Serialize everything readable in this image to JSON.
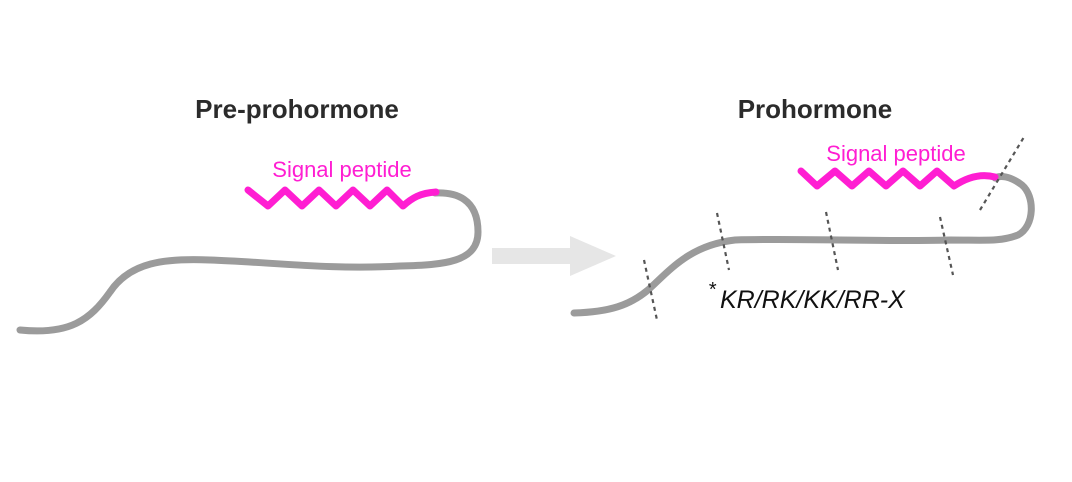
{
  "colors": {
    "chain": "#9b9b9b",
    "signal": "#ff1ed2",
    "arrow": "#e6e6e6",
    "title": "#2b2b2b",
    "cleavage": "#555555"
  },
  "left_panel": {
    "title": "Pre-prohormone",
    "signal_label": "Signal peptide"
  },
  "right_panel": {
    "title": "Prohormone",
    "signal_label": "Signal peptide",
    "cleavage_asterisk": "*",
    "cleavage_motif": "KR/RK/KK/RR-X"
  },
  "icons": {
    "transition_arrow": "right-arrow-icon"
  }
}
